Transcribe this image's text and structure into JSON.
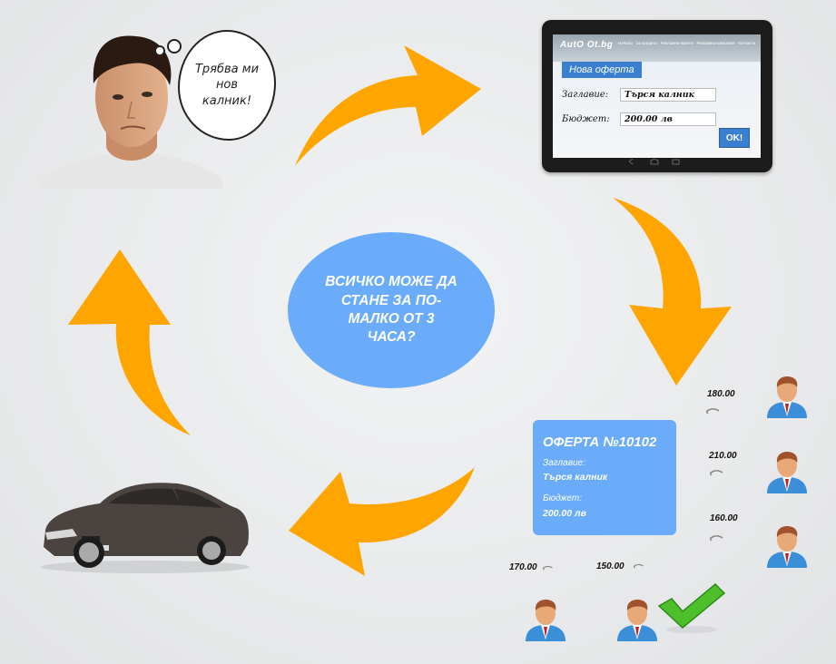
{
  "thought": {
    "text": "Трябва ми нов калник!"
  },
  "tablet": {
    "logo": "AutO Ot.bg",
    "menu": "Начало · За кредита · Рекламни пакети · Рекламна кампания · Контакти",
    "new_offer_label": "Нова оферта",
    "title_label": "Заглавие:",
    "title_value": "Търся калник",
    "budget_label": "Бюджет:",
    "budget_value": "200.00 лв",
    "ok_label": "OK!"
  },
  "center": {
    "text": "ВСИЧКО МОЖЕ ДА СТАНЕ ЗА ПО-МАЛКО ОТ 3 ЧАСА?"
  },
  "offer": {
    "title": "ОФЕРТА №10102",
    "title_label": "Заглавие:",
    "title_value": "Търся калник",
    "budget_label": "Бюджет:",
    "budget_value": "200.00 лв"
  },
  "bids": [
    "180.00",
    "210.00",
    "160.00",
    "170.00",
    "150.00"
  ],
  "colors": {
    "arrow": "#ffa500",
    "accent_blue": "#6aabfa",
    "button_blue": "#3a7fd0",
    "check_green": "#4cbf2a"
  }
}
